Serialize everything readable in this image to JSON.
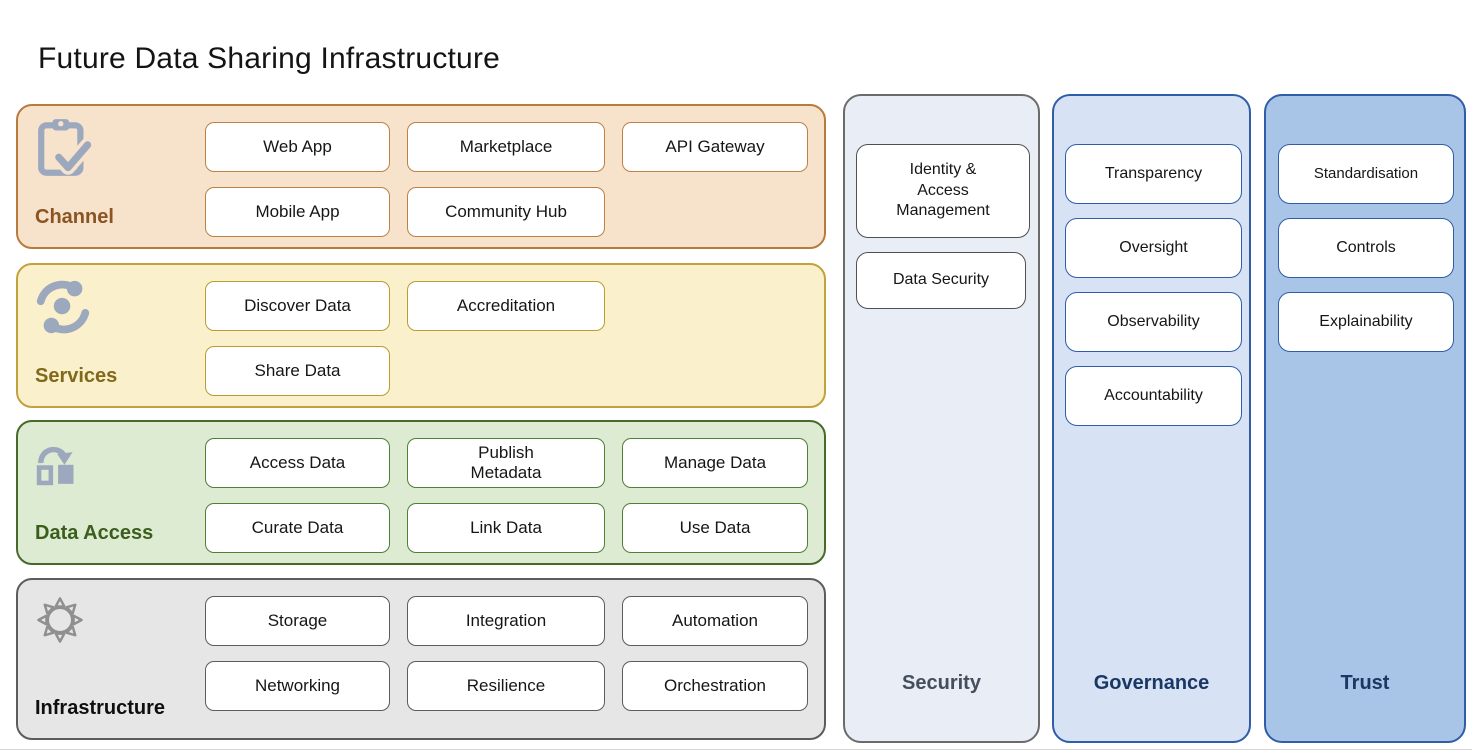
{
  "title": "Future Data Sharing Infrastructure",
  "bands": [
    {
      "label": "Channel",
      "icon": "clipboard-check-icon",
      "colors": {
        "fill": "#F7E3CC",
        "border": "#B87B3B",
        "box_border": "#BE8145",
        "label": "#8A5522",
        "icon": "#9CA8BE"
      },
      "rows": [
        [
          "Web App",
          "Marketplace",
          "API Gateway"
        ],
        [
          "Mobile App",
          "Community Hub"
        ]
      ]
    },
    {
      "label": "Services",
      "icon": "share-orbit-icon",
      "colors": {
        "fill": "#FAF0CB",
        "border": "#C2A23C",
        "box_border": "#BA9C33",
        "label": "#80691B",
        "icon": "#9CA8BE"
      },
      "rows": [
        [
          "Discover Data",
          "Accreditation"
        ],
        [
          "Share Data"
        ]
      ]
    },
    {
      "label": "Data Access",
      "icon": "data-transfer-icon",
      "colors": {
        "fill": "#DEEBD3",
        "border": "#49682C",
        "box_border": "#4F8035",
        "label": "#3C5E1C",
        "icon": "#9CA8BE"
      },
      "rows": [
        [
          "Access Data",
          "Publish\nMetadata",
          "Manage Data"
        ],
        [
          "Curate Data",
          "Link Data",
          "Use Data"
        ]
      ]
    },
    {
      "label": "Infrastructure",
      "icon": "sun-icon",
      "colors": {
        "fill": "#E6E6E6",
        "border": "#5C5C5C",
        "box_border": "#5C5C5C",
        "label": "#0F0F0F",
        "icon": "#8F8F8F"
      },
      "rows": [
        [
          "Storage",
          "Integration",
          "Automation"
        ],
        [
          "Networking",
          "Resilience",
          "Orchestration"
        ]
      ]
    }
  ],
  "pillars": [
    {
      "label": "Security",
      "colors": {
        "fill": "#E8EDF6",
        "border": "#6B6B6B",
        "box_border": "#505050",
        "label": "#454E5C"
      },
      "boxes": [
        "Identity &\nAccess\nManagement",
        "Data Security"
      ]
    },
    {
      "label": "Governance",
      "colors": {
        "fill": "#D7E3F4",
        "border": "#2F5DA7",
        "box_border": "#2F5DA7",
        "label": "#1B3764"
      },
      "boxes": [
        "Transparency",
        "Oversight",
        "Observability",
        "Accountability"
      ]
    },
    {
      "label": "Trust",
      "colors": {
        "fill": "#A8C4E7",
        "border": "#2F5DA7",
        "box_border": "#2F5DA7",
        "label": "#1B3764"
      },
      "boxes": [
        "Standardisation",
        "Controls",
        "Explainability"
      ]
    }
  ]
}
